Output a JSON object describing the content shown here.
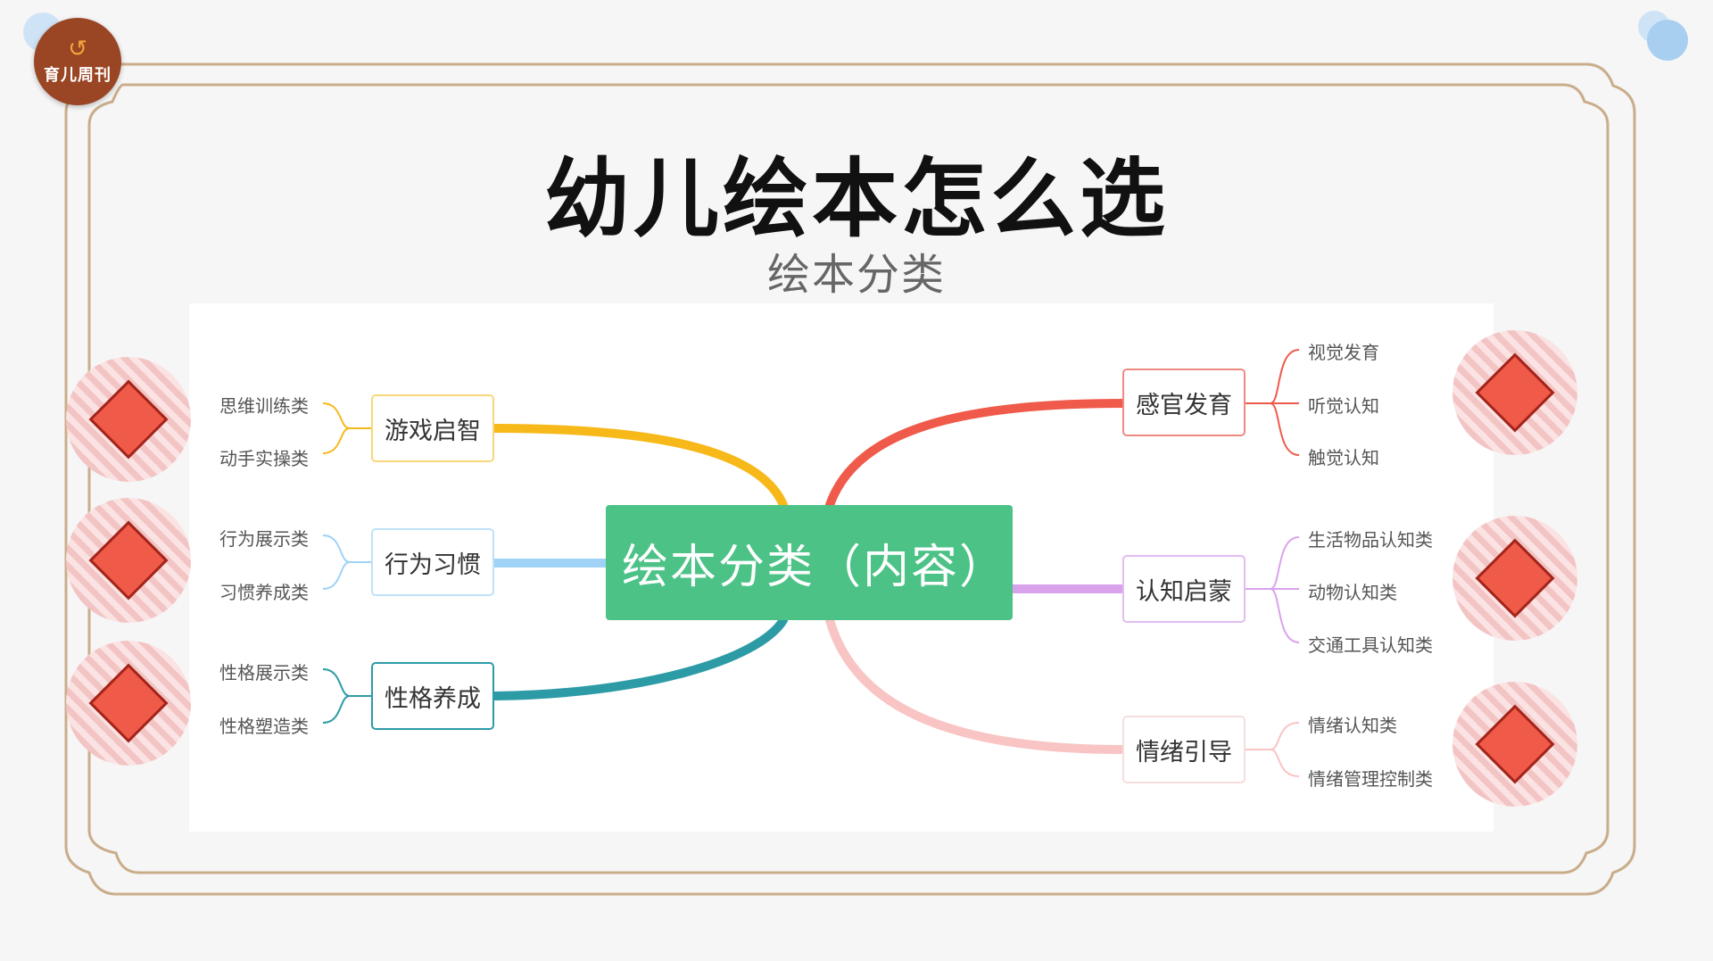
{
  "logo": {
    "text": "育儿周刊",
    "icon": "swirl-icon"
  },
  "title": "幼儿绘本怎么选",
  "subtitle": "绘本分类",
  "central": {
    "label": "绘本分类（内容）",
    "color": "#4cc287"
  },
  "left_branches": [
    {
      "label": "游戏启智",
      "color": "#f7b919",
      "children": [
        "思维训练类",
        "动手实操类"
      ]
    },
    {
      "label": "行为习惯",
      "color": "#9ed3f7",
      "children": [
        "行为展示类",
        "习惯养成类"
      ]
    },
    {
      "label": "性格养成",
      "color": "#2d9ba6",
      "children": [
        "性格展示类",
        "性格塑造类"
      ]
    }
  ],
  "right_branches": [
    {
      "label": "感官发育",
      "color": "#ef5a4a",
      "children": [
        "视觉发育",
        "听觉认知",
        "触觉认知"
      ]
    },
    {
      "label": "认知启蒙",
      "color": "#d9a3ec",
      "children": [
        "生活物品认知类",
        "动物认知类",
        "交通工具认知类"
      ]
    },
    {
      "label": "情绪引导",
      "color": "#f9c4c4",
      "children": [
        "情绪认知类",
        "情绪管理控制类"
      ]
    }
  ],
  "decor": {
    "badge_icon": "diamond-icon",
    "badge_color": "#f05a48",
    "frame_color": "#c9ad8a"
  }
}
